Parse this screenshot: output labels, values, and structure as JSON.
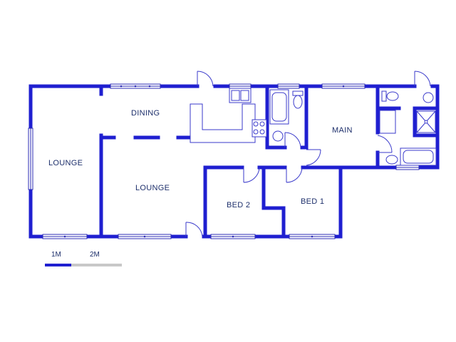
{
  "rooms": {
    "lounge_left": "LOUNGE",
    "dining": "DINING",
    "lounge_center": "LOUNGE",
    "main": "MAIN",
    "bed2": "BED 2",
    "bed1": "BED 1"
  },
  "scale_bar": {
    "label_1": "1M",
    "label_2": "2M"
  },
  "colors": {
    "wall": "#1f1fd0",
    "text": "#1d2f6b",
    "scale_filled": "#1f1fd0",
    "scale_empty": "#c8c8c8"
  }
}
